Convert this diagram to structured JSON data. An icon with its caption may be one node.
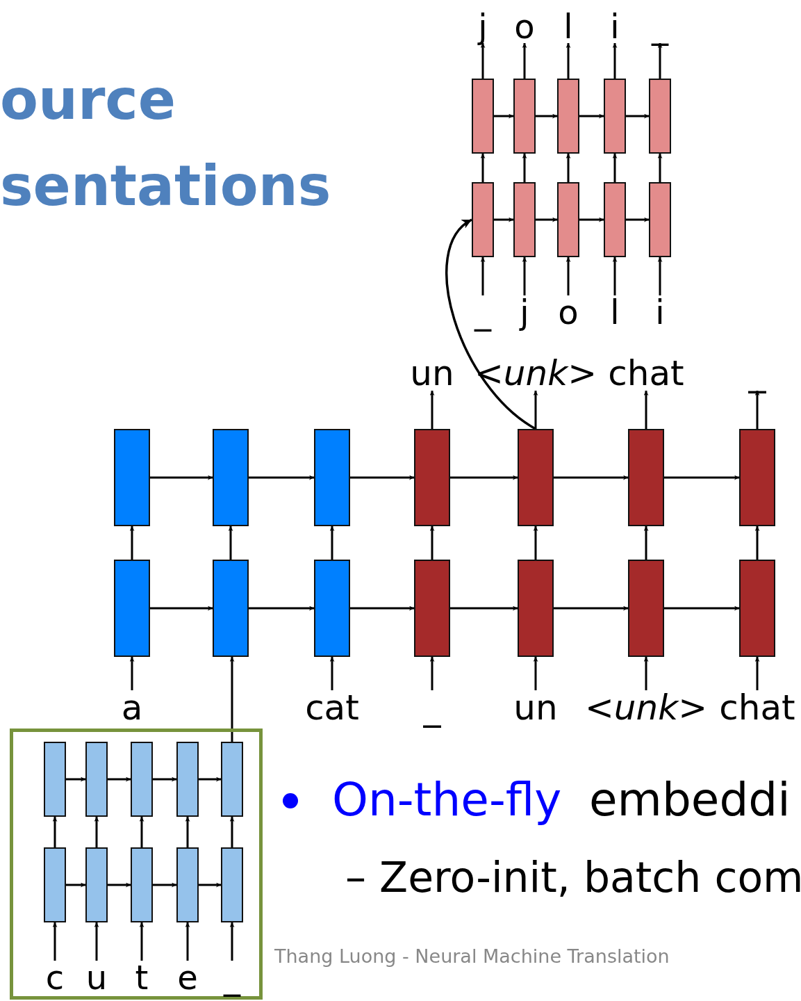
{
  "diagram": {
    "title": "ource sentations",
    "nodes": [
      {
        "text": [],
        "shape": "box"
      },
      {
        "text": [],
        "shape": "box"
      },
      {
        "text": [],
        "shape": "box"
      },
      {
        "text": [],
        "shape": "box"
      },
      {
        "text": [],
        "shape": "box"
      },
      {
        "text": [],
        "shape": "box"
      },
      {
        "text": [],
        "shape": "box"
      },
      {
        "text": [],
        "shape": "box"
      },
      {
        "text": [],
        "shape": "box"
      },
      {
        "text": [],
        "shape": "box"
      },
      {
        "text": [
          "j"
        ]
      },
      {
        "text": [
          "o"
        ]
      },
      {
        "text": [
          "l"
        ]
      },
      {
        "text": [
          "i"
        ]
      },
      {
        "text": [
          "_"
        ]
      },
      {
        "text": [
          "_"
        ]
      },
      {
        "text": [
          "j"
        ]
      },
      {
        "text": [
          "o"
        ]
      },
      {
        "text": [
          "l"
        ]
      },
      {
        "text": [
          "i"
        ]
      },
      {
        "text": [
          "un"
        ]
      },
      {
        "text": [
          "<*unk*>"
        ]
      },
      {
        "text": [
          "chat"
        ]
      },
      {
        "text": [
          "_"
        ]
      },
      {
        "text": [],
        "shape": "box"
      },
      {
        "text": [],
        "shape": "box"
      },
      {
        "text": [],
        "shape": "box"
      },
      {
        "text": [],
        "shape": "box"
      },
      {
        "text": [],
        "shape": "box"
      },
      {
        "text": [],
        "shape": "box"
      },
      {
        "text": [],
        "shape": "box"
      },
      {
        "text": [],
        "shape": "box"
      },
      {
        "text": [],
        "shape": "box"
      },
      {
        "text": [],
        "shape": "box"
      },
      {
        "text": [],
        "shape": "box"
      },
      {
        "text": [],
        "shape": "box"
      },
      {
        "text": [],
        "shape": "box"
      },
      {
        "text": [],
        "shape": "box"
      },
      {
        "text": [
          "a"
        ]
      },
      {
        "text": [
          "cat"
        ]
      },
      {
        "text": [
          "_"
        ]
      },
      {
        "text": [
          "un"
        ]
      },
      {
        "text": [
          "<*unk*>"
        ]
      },
      {
        "text": [
          "chat"
        ]
      },
      {
        "text": [],
        "shape": "box"
      },
      {
        "text": [],
        "shape": "box",
        "in": 44
      },
      {
        "text": [],
        "shape": "box",
        "in": 44
      },
      {
        "text": [],
        "shape": "box",
        "in": 44
      },
      {
        "text": [],
        "shape": "box",
        "in": 44
      },
      {
        "text": [],
        "shape": "box",
        "in": 44
      },
      {
        "text": [],
        "shape": "box",
        "in": 44
      },
      {
        "text": [],
        "shape": "box",
        "in": 44
      },
      {
        "text": [],
        "shape": "box",
        "in": 44
      },
      {
        "text": [],
        "shape": "box",
        "in": 44
      },
      {
        "text": [],
        "shape": "box",
        "in": 44
      },
      {
        "text": [
          "c"
        ],
        "in": 44
      },
      {
        "text": [
          "u"
        ],
        "in": 44
      },
      {
        "text": [
          "t"
        ],
        "in": 44
      },
      {
        "text": [
          "e"
        ],
        "in": 44
      },
      {
        "text": [
          "_"
        ],
        "in": 44
      }
    ],
    "edges": [
      {
        "from": 5,
        "to": 0,
        "arrow": "to"
      },
      {
        "from": 6,
        "to": 1,
        "arrow": "to"
      },
      {
        "from": 7,
        "to": 2,
        "arrow": "to"
      },
      {
        "from": 8,
        "to": 3,
        "arrow": "to"
      },
      {
        "from": 9,
        "to": 4,
        "arrow": "to"
      },
      {
        "from": 0,
        "to": 1,
        "arrow": "to"
      },
      {
        "from": 1,
        "to": 2,
        "arrow": "to"
      },
      {
        "from": 2,
        "to": 3,
        "arrow": "to"
      },
      {
        "from": 3,
        "to": 4,
        "arrow": "to"
      },
      {
        "from": 5,
        "to": 6,
        "arrow": "to"
      },
      {
        "from": 6,
        "to": 7,
        "arrow": "to"
      },
      {
        "from": 7,
        "to": 8,
        "arrow": "to"
      },
      {
        "from": 8,
        "to": 9,
        "arrow": "to"
      },
      {
        "from": 0,
        "to": 10,
        "arrow": "to"
      },
      {
        "from": 1,
        "to": 11,
        "arrow": "to"
      },
      {
        "from": 2,
        "to": 12,
        "arrow": "to"
      },
      {
        "from": 3,
        "to": 13,
        "arrow": "to"
      },
      {
        "from": 4,
        "to": 14,
        "arrow": "to"
      },
      {
        "from": 15,
        "to": 5,
        "arrow": "to"
      },
      {
        "from": 16,
        "to": 6,
        "arrow": "to"
      },
      {
        "from": 17,
        "to": 7,
        "arrow": "to"
      },
      {
        "from": 18,
        "to": 8,
        "arrow": "to"
      },
      {
        "from": 19,
        "to": 9,
        "arrow": "to"
      },
      {
        "from": 31,
        "to": 24,
        "arrow": "to"
      },
      {
        "from": 32,
        "to": 25,
        "arrow": "to"
      },
      {
        "from": 33,
        "to": 26,
        "arrow": "to"
      },
      {
        "from": 34,
        "to": 27,
        "arrow": "to"
      },
      {
        "from": 35,
        "to": 28,
        "arrow": "to"
      },
      {
        "from": 36,
        "to": 29,
        "arrow": "to"
      },
      {
        "from": 37,
        "to": 30,
        "arrow": "to"
      },
      {
        "from": 24,
        "to": 25,
        "arrow": "to"
      },
      {
        "from": 25,
        "to": 26,
        "arrow": "to"
      },
      {
        "from": 26,
        "to": 27,
        "arrow": "to"
      },
      {
        "from": 27,
        "to": 28,
        "arrow": "to"
      },
      {
        "from": 28,
        "to": 29,
        "arrow": "to"
      },
      {
        "from": 29,
        "to": 30,
        "arrow": "to"
      },
      {
        "from": 31,
        "to": 32,
        "arrow": "to"
      },
      {
        "from": 32,
        "to": 33,
        "arrow": "to"
      },
      {
        "from": 33,
        "to": 34,
        "arrow": "to"
      },
      {
        "from": 34,
        "to": 35,
        "arrow": "to"
      },
      {
        "from": 35,
        "to": 36,
        "arrow": "to"
      },
      {
        "from": 36,
        "to": 37,
        "arrow": "to"
      },
      {
        "from": 27,
        "to": 20,
        "arrow": "to"
      },
      {
        "from": 28,
        "to": 21,
        "arrow": "to"
      },
      {
        "from": 29,
        "to": 22,
        "arrow": "to"
      },
      {
        "from": 30,
        "to": 23,
        "arrow": "to"
      },
      {
        "from": 38,
        "to": 31,
        "arrow": "to"
      },
      {
        "from": 39,
        "to": 33,
        "arrow": "to"
      },
      {
        "from": 40,
        "to": 34,
        "arrow": "to"
      },
      {
        "from": 41,
        "to": 35,
        "arrow": "to"
      },
      {
        "from": 42,
        "to": 36,
        "arrow": "to"
      },
      {
        "from": 43,
        "to": 37,
        "arrow": "to"
      },
      {
        "from": 49,
        "to": 32,
        "arrow": "to"
      },
      {
        "from": 28,
        "to": 5,
        "arrow": "to"
      },
      {
        "from": 50,
        "to": 45,
        "arrow": "to"
      },
      {
        "from": 51,
        "to": 46,
        "arrow": "to"
      },
      {
        "from": 52,
        "to": 47,
        "arrow": "to"
      },
      {
        "from": 53,
        "to": 48,
        "arrow": "to"
      },
      {
        "from": 54,
        "to": 49,
        "arrow": "to"
      },
      {
        "from": 45,
        "to": 46,
        "arrow": "to"
      },
      {
        "from": 46,
        "to": 47,
        "arrow": "to"
      },
      {
        "from": 47,
        "to": 48,
        "arrow": "to"
      },
      {
        "from": 48,
        "to": 49,
        "arrow": "to"
      },
      {
        "from": 50,
        "to": 51,
        "arrow": "to"
      },
      {
        "from": 51,
        "to": 52,
        "arrow": "to"
      },
      {
        "from": 52,
        "to": 53,
        "arrow": "to"
      },
      {
        "from": 53,
        "to": 54,
        "arrow": "to"
      },
      {
        "from": 55,
        "to": 50,
        "arrow": "to"
      },
      {
        "from": 56,
        "to": 51,
        "arrow": "to"
      },
      {
        "from": 57,
        "to": 52,
        "arrow": "to"
      },
      {
        "from": 58,
        "to": 53,
        "arrow": "to"
      },
      {
        "from": 59,
        "to": 54,
        "arrow": "to"
      }
    ],
    "labels": [
      "On-the-fly",
      "embeddi",
      "– Zero-init, batch com",
      "Thang Luong - Neural Machine Translation"
    ]
  }
}
